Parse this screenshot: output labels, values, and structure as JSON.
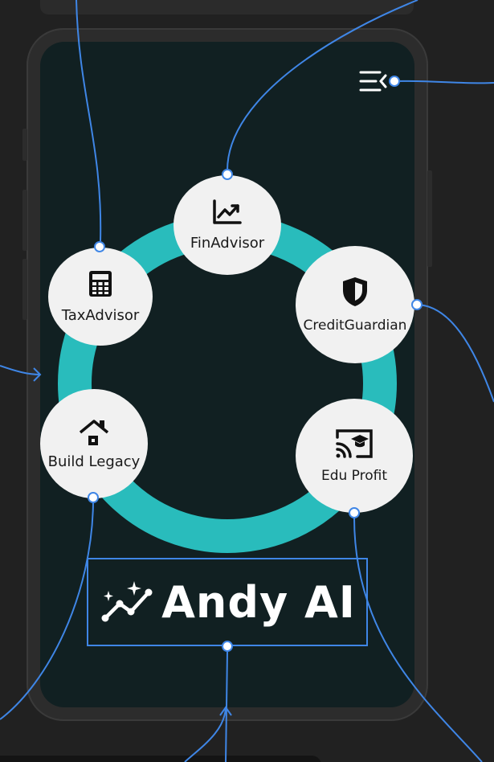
{
  "nodes": {
    "finadvisor": {
      "label": "FinAdvisor",
      "icon": "chart-trend-icon"
    },
    "taxadvisor": {
      "label": "TaxAdvisor",
      "icon": "calculator-icon"
    },
    "creditguardian": {
      "label": "CreditGuardian",
      "icon": "shield-icon"
    },
    "buildlegacy": {
      "label": "Build Legacy",
      "icon": "house-icon"
    },
    "eduprofit": {
      "label": "Edu Profit",
      "icon": "cast-education-icon"
    }
  },
  "brand": {
    "name": "Andy AI",
    "icon": "sparkle-trend-icon"
  },
  "menu": {
    "icon": "menu-collapse-icon"
  },
  "colors": {
    "background": "#212121",
    "screen": "#112022",
    "ring": "#29bcbc",
    "node": "#f1f1f1",
    "connector": "#3f86e6"
  }
}
